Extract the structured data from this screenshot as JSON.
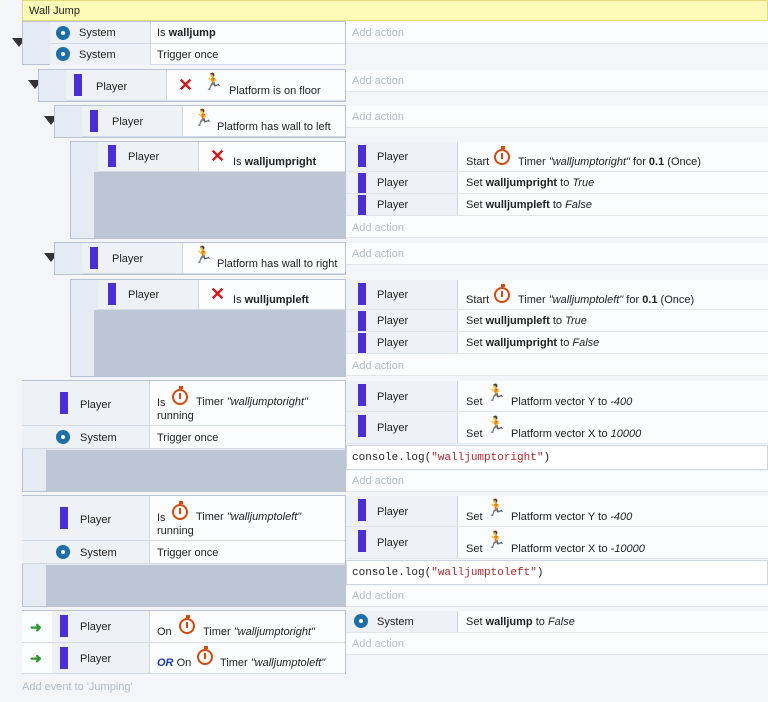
{
  "group": {
    "title": "Wall Jump"
  },
  "event1": {
    "c1": {
      "object": "System",
      "prefix": "Is ",
      "var": "walljump"
    },
    "c2": {
      "object": "System",
      "text": "Trigger once"
    },
    "add_action": "Add action"
  },
  "event2": {
    "c1": {
      "object": "Player",
      "text": "Platform is on floor"
    },
    "add_action": "Add action"
  },
  "event3": {
    "c1": {
      "object": "Player",
      "text": "Platform has wall to left"
    },
    "add_action": "Add action"
  },
  "event4": {
    "c1": {
      "object": "Player",
      "prefix": "Is ",
      "var": "walljumpright"
    },
    "a1": {
      "object": "Player",
      "start": "Start",
      "timer": "Timer",
      "name": "\"walljumptoright\"",
      "for": "for",
      "dur": "0.1",
      "once": "(Once)"
    },
    "a2": {
      "object": "Player",
      "set": "Set",
      "var": "walljumpright",
      "to": "to",
      "val": "True"
    },
    "a3": {
      "object": "Player",
      "set": "Set",
      "var": "wulljumpleft",
      "to": "to",
      "val": "False"
    },
    "add_action": "Add action"
  },
  "event5": {
    "c1": {
      "object": "Player",
      "text": "Platform has wall to right"
    },
    "add_action": "Add action"
  },
  "event6": {
    "c1": {
      "object": "Player",
      "prefix": "Is ",
      "var": "wulljumpleft"
    },
    "a1": {
      "object": "Player",
      "start": "Start",
      "timer": "Timer",
      "name": "\"walljumptoleft\"",
      "for": "for",
      "dur": "0.1",
      "once": "(Once)"
    },
    "a2": {
      "object": "Player",
      "set": "Set",
      "var": "wulljumpleft",
      "to": "to",
      "val": "True"
    },
    "a3": {
      "object": "Player",
      "set": "Set",
      "var": "walljumpright",
      "to": "to",
      "val": "False"
    },
    "add_action": "Add action"
  },
  "event7": {
    "c1": {
      "object": "Player",
      "is": "Is",
      "timer": "Timer",
      "name": "\"walljumptoright\"",
      "running": "running"
    },
    "c2": {
      "object": "System",
      "text": "Trigger once"
    },
    "a1": {
      "object": "Player",
      "set": "Set",
      "text": "Platform vector Y to",
      "val": "-400"
    },
    "a2": {
      "object": "Player",
      "set": "Set",
      "text": "Platform vector X to",
      "val": "10000"
    },
    "script_pre": "console.log(",
    "script_str": "\"walljumptoright\"",
    "script_post": ")",
    "add_action": "Add action"
  },
  "event8": {
    "c1": {
      "object": "Player",
      "is": "Is",
      "timer": "Timer",
      "name": "\"walljumptoleft\"",
      "running": "running"
    },
    "c2": {
      "object": "System",
      "text": "Trigger once"
    },
    "a1": {
      "object": "Player",
      "set": "Set",
      "text": "Platform vector Y to",
      "val": "-400"
    },
    "a2": {
      "object": "Player",
      "set": "Set",
      "text": "Platform vector X to",
      "val": "-10000"
    },
    "script_pre": "console.log(",
    "script_str": "\"walljumptoleft\"",
    "script_post": ")",
    "add_action": "Add action"
  },
  "event9": {
    "c1": {
      "object": "Player",
      "on": "On",
      "timer": "Timer",
      "name": "\"walljumptoright\""
    },
    "c2": {
      "object": "Player",
      "or": "OR",
      "on": "On",
      "timer": "Timer",
      "name": "\"walljumptoleft\""
    },
    "a1": {
      "object": "System",
      "set": "Set",
      "var": "walljump",
      "to": "to",
      "val": "False"
    },
    "add_action": "Add action"
  },
  "add_event": "Add event to 'Jumping'"
}
